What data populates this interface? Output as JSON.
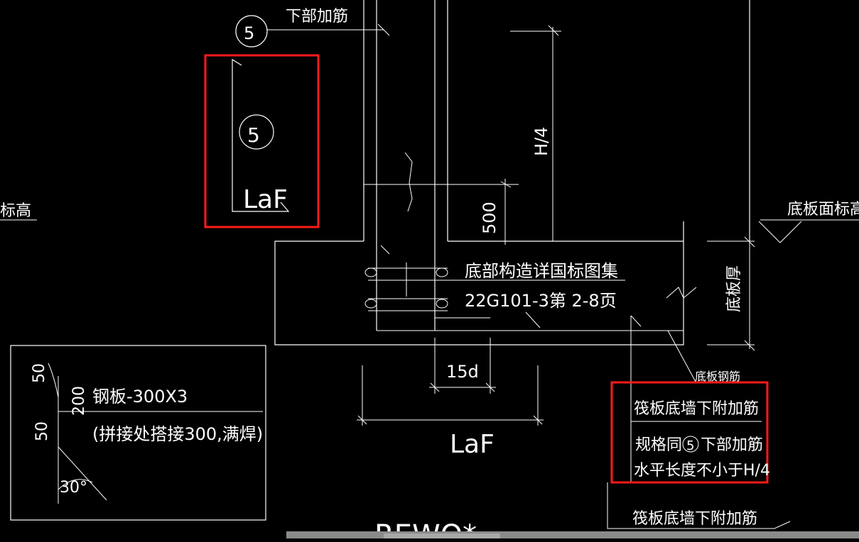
{
  "labels": {
    "lower_rebar_top": "下部加筋",
    "circle_5": "5",
    "laf_vertical": "LaF",
    "h_over_4": "H/4",
    "dim_500": "500",
    "elev_left": "标高",
    "slab_top_elev": "底板面标高",
    "bottom_detail_line1": "底部构造详国标图集",
    "bottom_detail_line2": "22G101-3第 2-8页",
    "slab_thickness": "底板厚",
    "dim_15d": "15d",
    "laf_horizontal": "LaF",
    "slab_rebar": "底板钢筋",
    "note_line1": "筏板底墙下附加筋",
    "note_line2_a": "规格同",
    "note_line2_b": "下部加筋",
    "note_line3": "水平长度不小于H/4",
    "bottom_note": "筏板底墙下附加筋",
    "rewo": "REWO*",
    "steel_plate": "钢板-300X3",
    "steel_plate_note": "(拼接处搭接300,满焊)",
    "dim_50_top": "50",
    "dim_200": "200",
    "dim_50_bottom": "50",
    "angle_30": "30°"
  },
  "colors": {
    "background": "#000000",
    "lines": "#ffffff",
    "highlight": "#ff1a1a"
  }
}
